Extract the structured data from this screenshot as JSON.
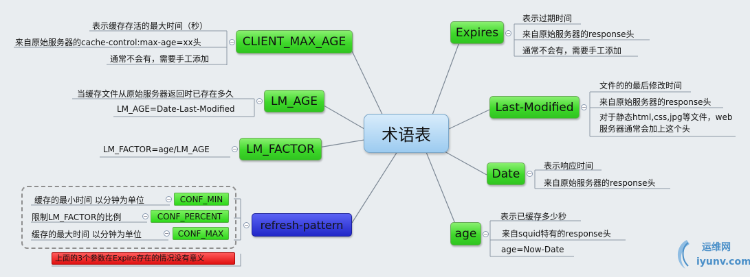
{
  "center": {
    "label": "术语表"
  },
  "left_nodes": {
    "client_max_age": {
      "label": "CLIENT_MAX_AGE",
      "notes": [
        "表示缓存存活的最大时间（秒）",
        "来自原始服务器的cache-control:max-age=xx头",
        "通常不会有，需要手工添加"
      ]
    },
    "lm_age": {
      "label": "LM_AGE",
      "notes": [
        "当缓存文件从原始服务器返回时已存在多久",
        "LM_AGE=Date-Last-Modified"
      ]
    },
    "lm_factor": {
      "label": "LM_FACTOR",
      "notes": [
        "LM_FACTOR=age/LM_AGE"
      ]
    },
    "refresh_pattern": {
      "label": "refresh-pattern",
      "children": [
        {
          "label": "CONF_MIN",
          "note": "缓存的最小时间  以分钟为单位"
        },
        {
          "label": "CONF_PERCENT",
          "note": "限制LM_FACTOR的比例"
        },
        {
          "label": "CONF_MAX",
          "note": "缓存的最大时间  以分钟为单位"
        }
      ],
      "warning": "上面的3个参数在Expire存在的情况没有意义"
    }
  },
  "right_nodes": {
    "expires": {
      "label": "Expires",
      "notes": [
        "表示过期时间",
        "来自原始服务器的response头",
        "通常不会有，需要手工添加"
      ]
    },
    "last_modified": {
      "label": "Last-Modified",
      "notes": [
        "文件的的最后修改时间",
        "来自原始服务器的response头",
        "对于静态html,css,jpg等文件，web服务器通常会加上这个头"
      ]
    },
    "date": {
      "label": "Date",
      "notes": [
        "表示响应时间",
        "来自原始服务器的response头"
      ]
    },
    "age": {
      "label": "age",
      "notes": [
        "表示已缓存多少秒",
        "来自squid特有的response头",
        "age=Now-Date"
      ]
    }
  },
  "watermark": {
    "brand_cn": "运维网",
    "brand_domain": "iyunv.com"
  },
  "colors": {
    "background": "#e9edf0",
    "topic_green": "#3ed82a",
    "center_blue": "#9ccbf0",
    "refresh_blue": "#2127c8",
    "warning_red": "#e01010"
  }
}
